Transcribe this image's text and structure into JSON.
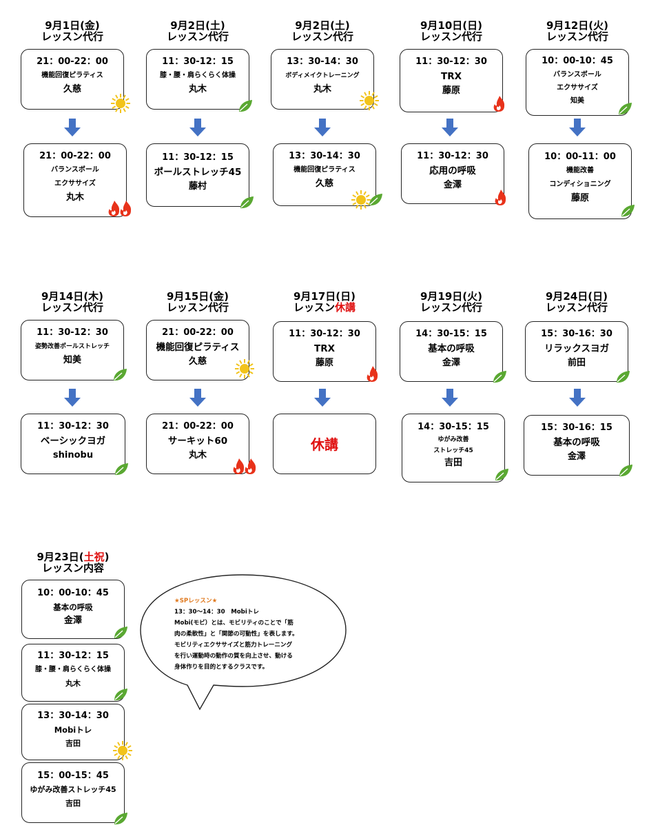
{
  "top_row": [
    {
      "date": "9月1日(金)",
      "title": "レッスン代行",
      "before": {
        "time": "21：00-22：00",
        "lines": [
          "機能回復ピラティス",
          "久慈"
        ],
        "icon": "sun-icon"
      },
      "after": {
        "time": "21：00-22：00",
        "lines": [
          "バランスボール",
          "エクササイズ",
          "丸木"
        ],
        "icon": "fire-icon"
      }
    },
    {
      "date": "9月2日(土)",
      "title": "レッスン代行",
      "before": {
        "time": "11：30-12：15",
        "lines": [
          "膝・腰・肩らくらく体操",
          "丸木"
        ],
        "icon": "leaf-icon"
      },
      "after": {
        "time": "11：30-12：15",
        "lines": [
          "ポールストレッチ45",
          "藤村"
        ],
        "icon": "leaf-icon"
      }
    },
    {
      "date": "9月2日(土)",
      "title": "レッスン代行",
      "before": {
        "time": "13：30-14：30",
        "lines": [
          "ボディメイクトレーニング",
          "丸木"
        ],
        "icon": "sun-icon"
      },
      "after": {
        "time": "13：30-14：30",
        "lines": [
          "機能回復ピラティス",
          "久慈"
        ],
        "icon": "sun-leaf-icon"
      }
    },
    {
      "date": "9月10日(日)",
      "title": "レッスン代行",
      "before": {
        "time": "11：30-12：30",
        "lines": [
          "TRX",
          "藤原"
        ],
        "icon": "fire-icon"
      },
      "after": {
        "time": "11：30-12：30",
        "lines": [
          "応用の呼吸",
          "金澤"
        ],
        "icon": "fire-icon"
      }
    },
    {
      "date": "9月12日(火)",
      "title": "レッスン代行",
      "before": {
        "time": "10：00-10：45",
        "lines": [
          "バランスボール",
          "エクササイズ",
          "知美"
        ],
        "icon": "leaf-icon"
      },
      "after": {
        "time": "10：00-11：00",
        "lines": [
          "機能改善",
          "コンディショニング",
          "藤原"
        ],
        "icon": "leaf-icon"
      }
    }
  ],
  "mid_row": [
    {
      "date": "9月14日(木)",
      "title": "レッスン代行",
      "before": {
        "time": "11：30-12：30",
        "lines": [
          "姿勢改善ポールストレッチ",
          "知美"
        ],
        "icon": "leaf-icon"
      },
      "after": {
        "time": "11：30-12：30",
        "lines": [
          "ベーシックヨガ",
          "shinobu"
        ],
        "icon": "leaf-icon"
      }
    },
    {
      "date": "9月15日(金)",
      "title": "レッスン代行",
      "before": {
        "time": "21：00-22：00",
        "lines": [
          "機能回復ピラティス",
          "久慈"
        ],
        "icon": "sun-icon"
      },
      "after": {
        "time": "21：00-22：00",
        "lines": [
          "サーキット60",
          "丸木"
        ],
        "icon": "fire-icon"
      }
    },
    {
      "date": "9月17日(日)",
      "title_prefix": "レッスン",
      "title_red": "休講",
      "before": {
        "time": "11：30-12：30",
        "lines": [
          "TRX",
          "藤原"
        ],
        "icon": "fire-icon"
      },
      "after": {
        "cancel": "休講"
      }
    },
    {
      "date": "9月19日(火)",
      "title": "レッスン代行",
      "before": {
        "time": "14：30-15：15",
        "lines": [
          "基本の呼吸",
          "金澤"
        ],
        "icon": "leaf-icon"
      },
      "after": {
        "time": "14：30-15：15",
        "lines": [
          "ゆがみ改善",
          "ストレッチ45",
          "吉田"
        ],
        "icon": "leaf-icon"
      }
    },
    {
      "date": "9月24日(日)",
      "title": "レッスン代行",
      "before": {
        "time": "15：30-16：30",
        "lines": [
          "リラックスヨガ",
          "前田"
        ],
        "icon": "leaf-icon"
      },
      "after": {
        "time": "15：30-16：15",
        "lines": [
          "基本の呼吸",
          "金澤"
        ],
        "icon": "leaf-icon"
      }
    }
  ],
  "holiday": {
    "date_prefix": "9月23日(",
    "date_red": "土祝",
    "date_suffix": ")",
    "title": "レッスン内容",
    "lessons": [
      {
        "time": "10：00-10：45",
        "lines": [
          "基本の呼吸",
          "金澤"
        ],
        "icon": "leaf-icon"
      },
      {
        "time": "11：30-12：15",
        "lines": [
          "膝・腰・肩らくらく体操",
          "丸木"
        ],
        "icon": "leaf-icon"
      },
      {
        "time": "13：30-14：30",
        "lines": [
          "Mobiトレ",
          "吉田"
        ],
        "icon": "sun-icon"
      },
      {
        "time": "15：00-15：45",
        "lines": [
          "ゆがみ改善ストレッチ45",
          "吉田"
        ],
        "icon": "leaf-icon"
      }
    ]
  },
  "bubble": {
    "heading": "★SPレッスン★",
    "lines": [
      "13：30～14：30　Mobiトレ",
      "Mobi(モビ）とは、モビリティのことで「筋",
      "肉の柔軟性」と「関節の可動性」を表します。",
      "モビリティエクササイズと筋力トレーニング",
      "を行い運動時の動作の質を向上させ、動ける",
      "身体作りを目的とするクラスです。"
    ]
  },
  "colors": {
    "arrow": "#4472c4",
    "leaf": "#5aa832",
    "fire": "#e8321a",
    "sun": "#f2c31b",
    "cancel_red": "#e01010"
  }
}
